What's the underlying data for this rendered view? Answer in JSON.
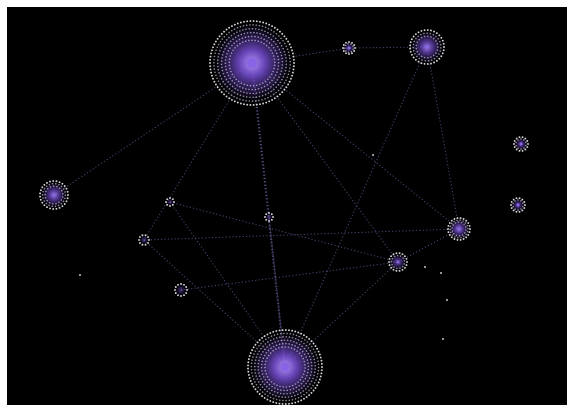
{
  "colors": {
    "background": "#000000",
    "frame": "#ffffff",
    "edge": "#6a5a98",
    "node_dot": "#e9e9ee",
    "hub_core": "#8a64e6",
    "hub_glow": "#3a2470"
  },
  "graph": {
    "style": "force-directed network, nodes drawn as rings of small dots around a purple glowing core",
    "nodes": [
      {
        "id": "hub-top",
        "size": "large"
      },
      {
        "id": "hub-bottom",
        "size": "large"
      },
      {
        "id": "hub-top-right",
        "size": "medium"
      },
      {
        "id": "hub-left",
        "size": "medium"
      },
      {
        "id": "hub-right",
        "size": "medium"
      },
      {
        "id": "node-top-mid",
        "size": "small"
      },
      {
        "id": "node-center-right",
        "size": "small"
      },
      {
        "id": "node-far-right-upper",
        "size": "small"
      },
      {
        "id": "node-far-right-lower",
        "size": "small"
      },
      {
        "id": "node-center-left",
        "size": "tiny"
      },
      {
        "id": "node-center",
        "size": "tiny"
      },
      {
        "id": "node-lower-left",
        "size": "tiny"
      },
      {
        "id": "node-left-mid",
        "size": "tiny"
      }
    ],
    "edges": [
      [
        "hub-top",
        "node-top-mid"
      ],
      [
        "node-top-mid",
        "hub-top-right"
      ],
      [
        "hub-top",
        "hub-bottom"
      ],
      [
        "hub-top",
        "hub-left"
      ],
      [
        "hub-top",
        "node-center-left"
      ],
      [
        "hub-top",
        "node-center"
      ],
      [
        "hub-top",
        "hub-right"
      ],
      [
        "hub-top",
        "node-center-right"
      ],
      [
        "hub-top-right",
        "hub-bottom"
      ],
      [
        "hub-top-right",
        "hub-right"
      ],
      [
        "node-center-left",
        "hub-right"
      ],
      [
        "node-left-mid",
        "node-center-right"
      ],
      [
        "node-lower-left",
        "node-center-right"
      ],
      [
        "node-center",
        "hub-bottom"
      ],
      [
        "node-center-right",
        "hub-right"
      ],
      [
        "node-center-left",
        "hub-bottom"
      ],
      [
        "node-left-mid",
        "hub-bottom"
      ],
      [
        "hub-bottom",
        "node-center-right"
      ]
    ]
  }
}
